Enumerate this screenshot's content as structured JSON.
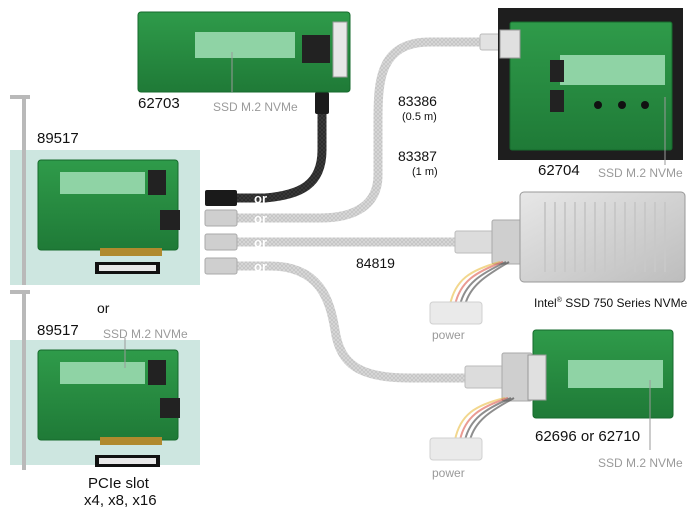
{
  "products": {
    "adapter_top": {
      "id": "62703",
      "caption": "SSD M.2 NVMe"
    },
    "pcie_card_top": {
      "id": "89517"
    },
    "pcie_card_bottom": {
      "id": "89517",
      "caption": "SSD M.2 NVMe"
    },
    "frame_adapter": {
      "id": "62704",
      "caption": "SSD M.2 NVMe"
    },
    "intel_ssd": {
      "brand": "Intel",
      "reg": "®",
      "caption": " SSD 750 Series NVMe"
    },
    "bottom_adapter": {
      "id": "62696 or 62710",
      "caption": "SSD M.2 NVMe"
    }
  },
  "cables": {
    "c1": {
      "id": "83386",
      "length": "(0.5 m)"
    },
    "c2": {
      "id": "83387",
      "length": "(1 m)"
    },
    "c3": {
      "id": "84819"
    }
  },
  "or_word": "or",
  "connector_or_labels": [
    "or",
    "or",
    "or",
    "or"
  ],
  "power_label": "power",
  "pcie_slot": {
    "line1": "PCIe slot",
    "line2": "x4, x8, x16"
  }
}
